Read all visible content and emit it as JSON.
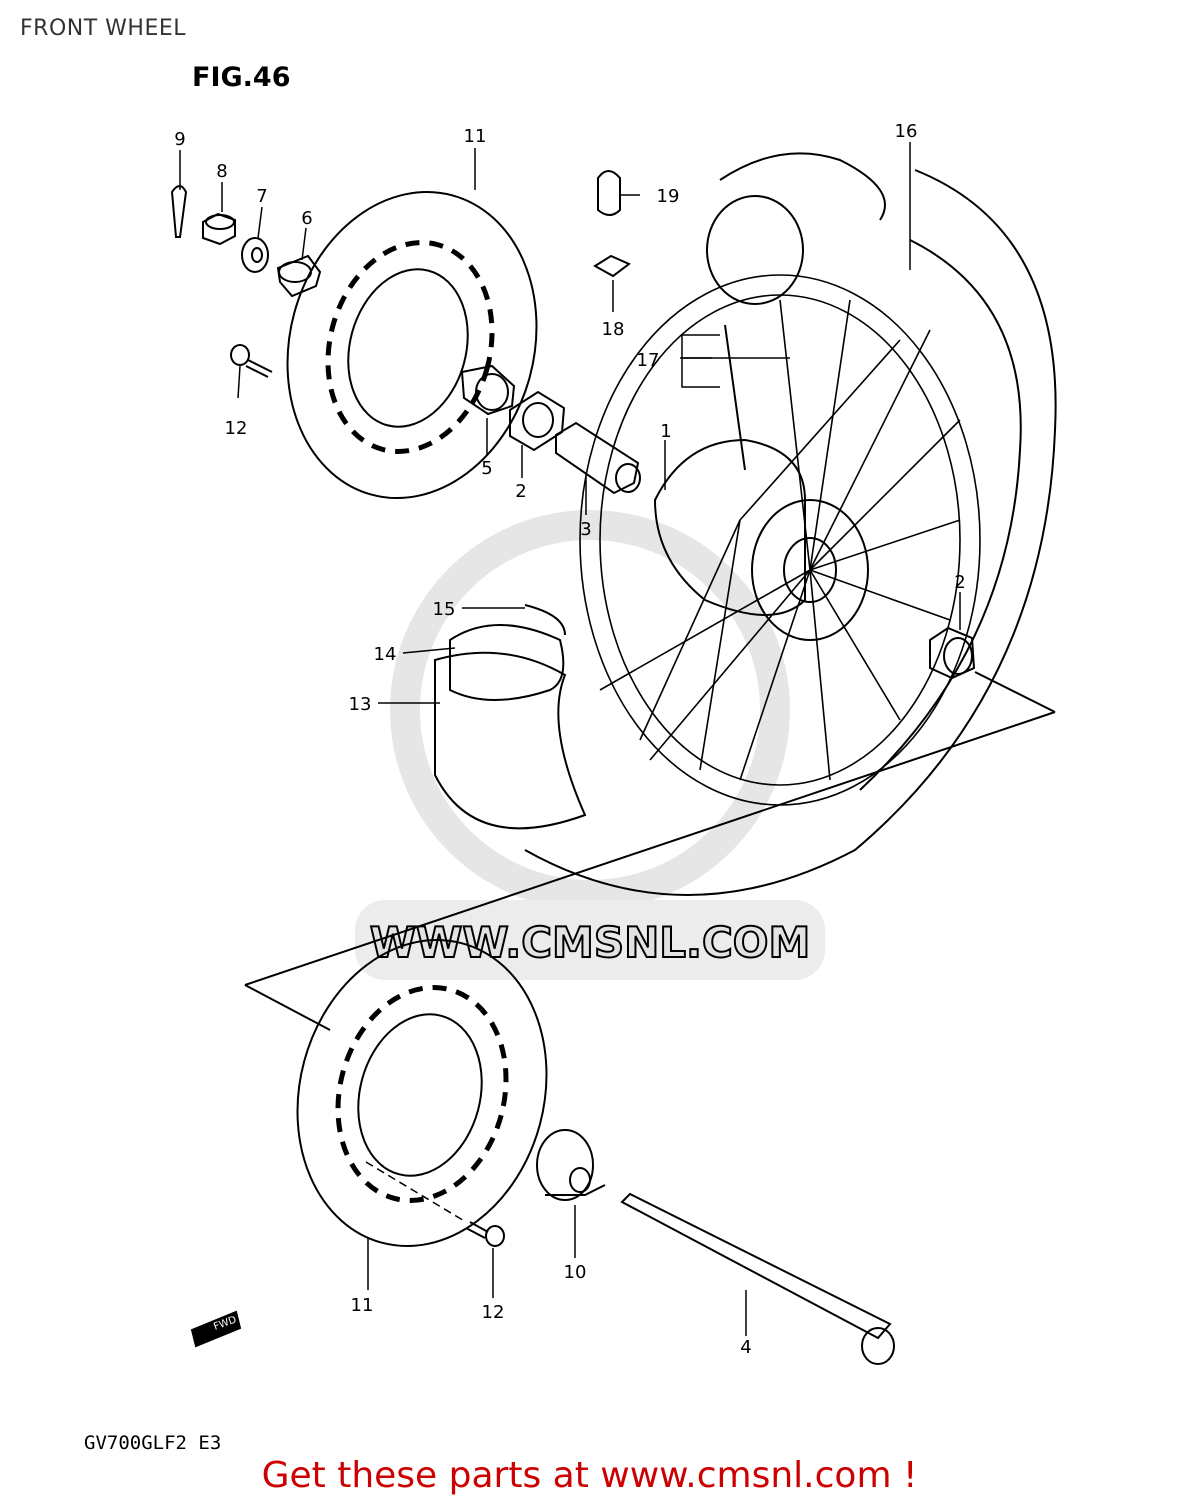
{
  "header": {
    "title": "FRONT WHEEL",
    "figure": "FIG.46"
  },
  "model_code": "GV700GLF2  E3",
  "footer": {
    "text": "Get these parts at www.cmsnl.com !",
    "color": "#cc0000"
  },
  "watermark": {
    "text": "WWW.CMSNL.COM"
  },
  "fwd_label": "FWD",
  "callouts": [
    "1",
    "2",
    "2",
    "3",
    "4",
    "5",
    "6",
    "7",
    "8",
    "9",
    "10",
    "11",
    "11",
    "12",
    "12",
    "13",
    "14",
    "15",
    "16",
    "17",
    "18",
    "19"
  ]
}
